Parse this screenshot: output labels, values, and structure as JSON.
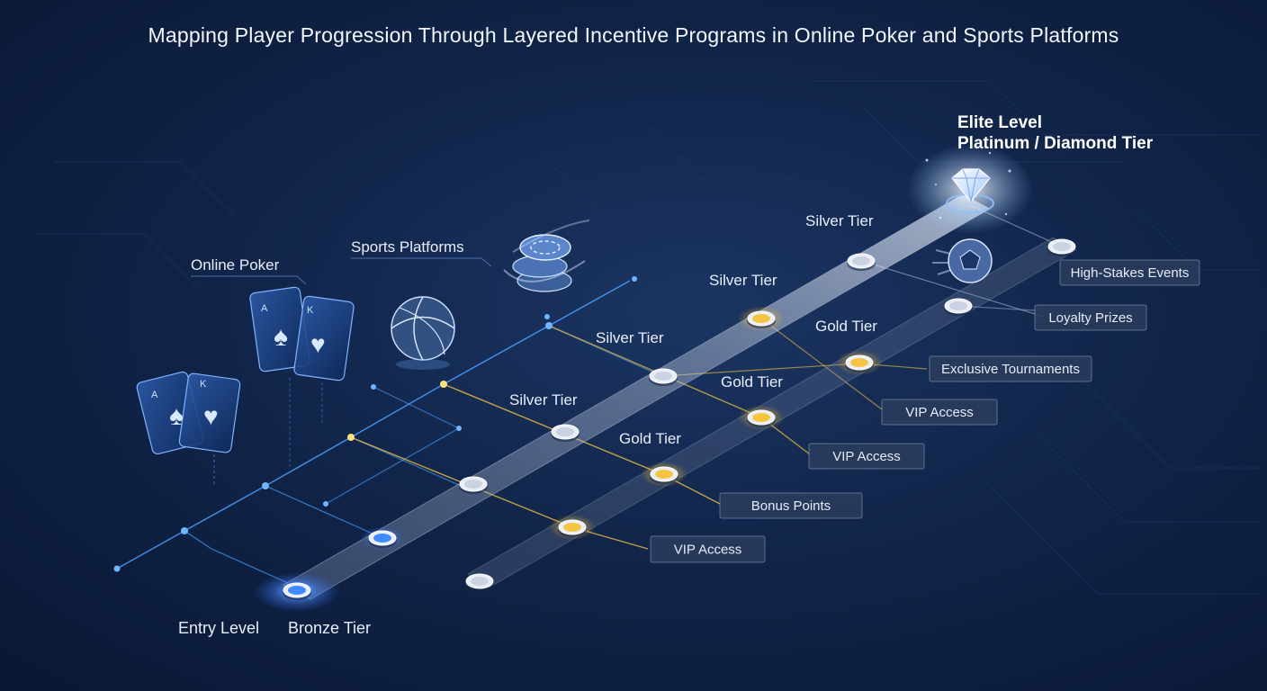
{
  "title": "Mapping Player Progression Through Layered Incentive Programs in Online Poker and Sports Platforms",
  "labels": {
    "online_poker": "Online Poker",
    "sports_platforms": "Sports Platforms",
    "entry_level": "Entry Level",
    "bronze_tier": "Bronze Tier",
    "elite_level": "Elite Level",
    "elite_tier": "Platinum / Diamond Tier"
  },
  "silver_tiers": [
    "Silver Tier",
    "Silver Tier",
    "Silver Tier",
    "Silver Tier"
  ],
  "gold_tiers": [
    "Gold Tier",
    "Gold Tier",
    "Gold Tier"
  ],
  "rewards": [
    "VIP Access",
    "Bonus Points",
    "VIP Access",
    "VIP Access",
    "Exclusive Tournaments",
    "Loyalty Prizes",
    "High-Stakes Events"
  ],
  "card_ranks": {
    "ace": "A",
    "king": "K"
  },
  "colors": {
    "silver": "#c9d3e2",
    "gold": "#f5c542",
    "blue": "#3f8cff",
    "panel": "#2c3d5e"
  }
}
